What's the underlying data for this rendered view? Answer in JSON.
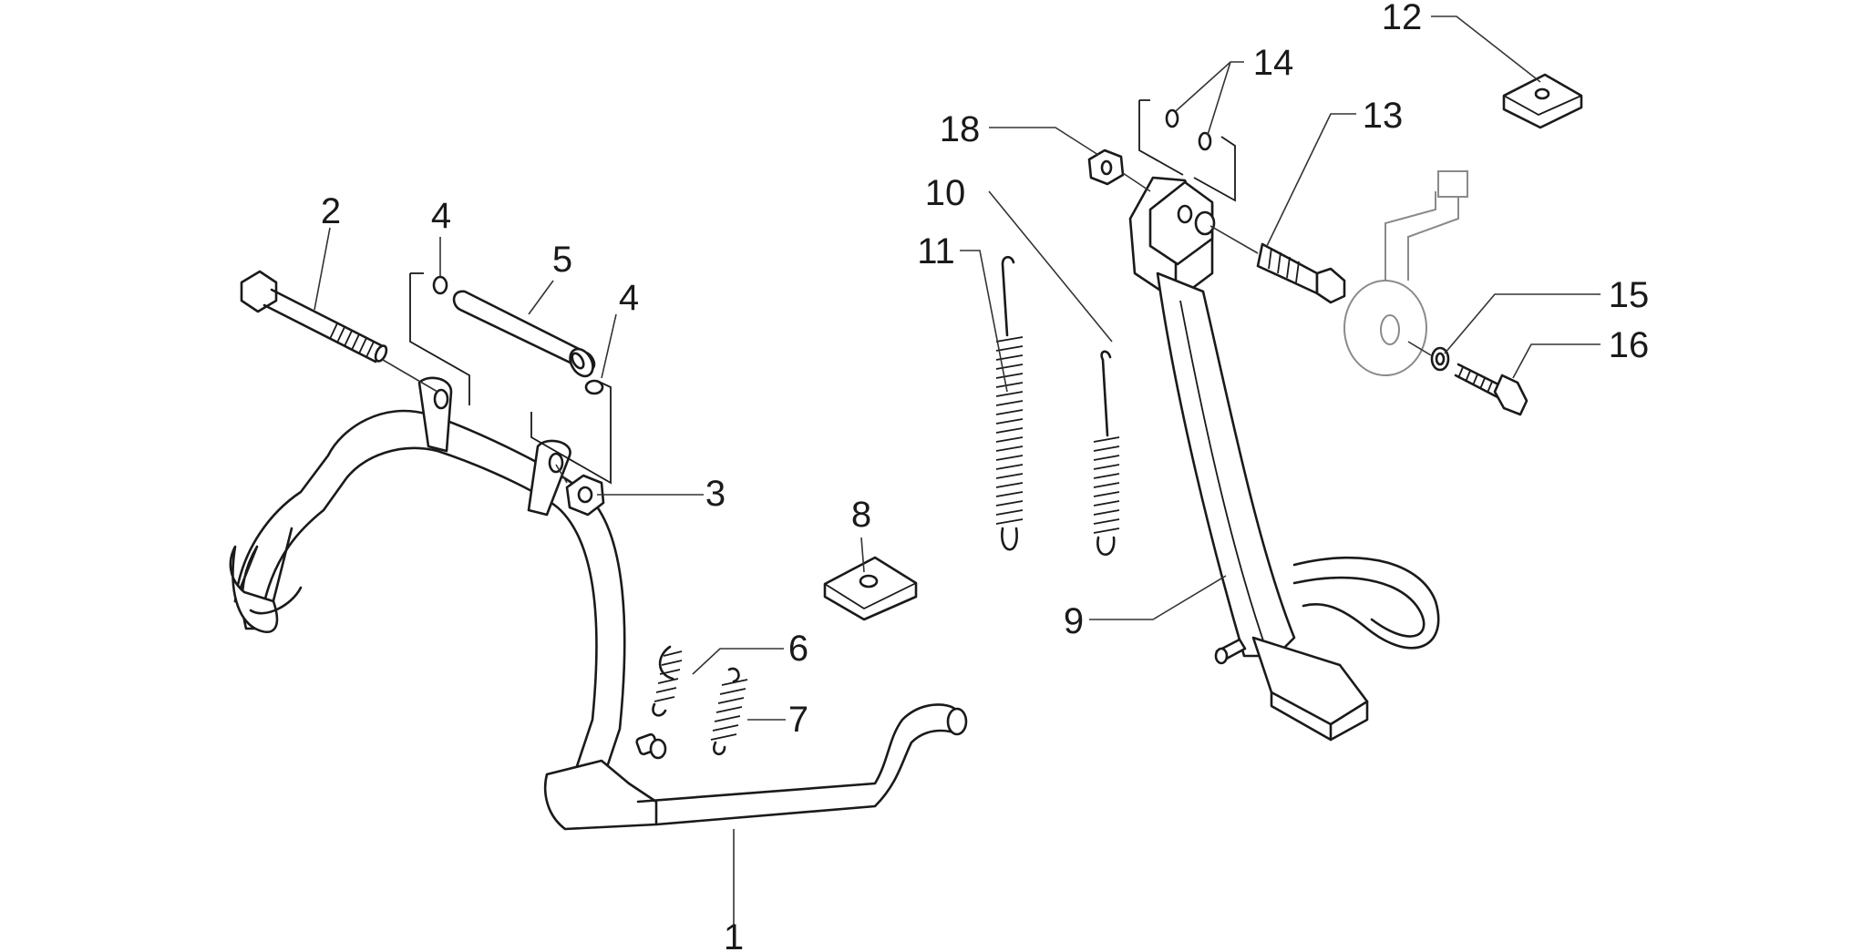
{
  "diagram": {
    "labels": {
      "l1": "1",
      "l2": "2",
      "l3": "3",
      "l4a": "4",
      "l4b": "4",
      "l5": "5",
      "l6": "6",
      "l7": "7",
      "l8": "8",
      "l9": "9",
      "l10": "10",
      "l11": "11",
      "l12": "12",
      "l13": "13",
      "l14": "14",
      "l15": "15",
      "l16": "16",
      "l18": "18"
    }
  }
}
